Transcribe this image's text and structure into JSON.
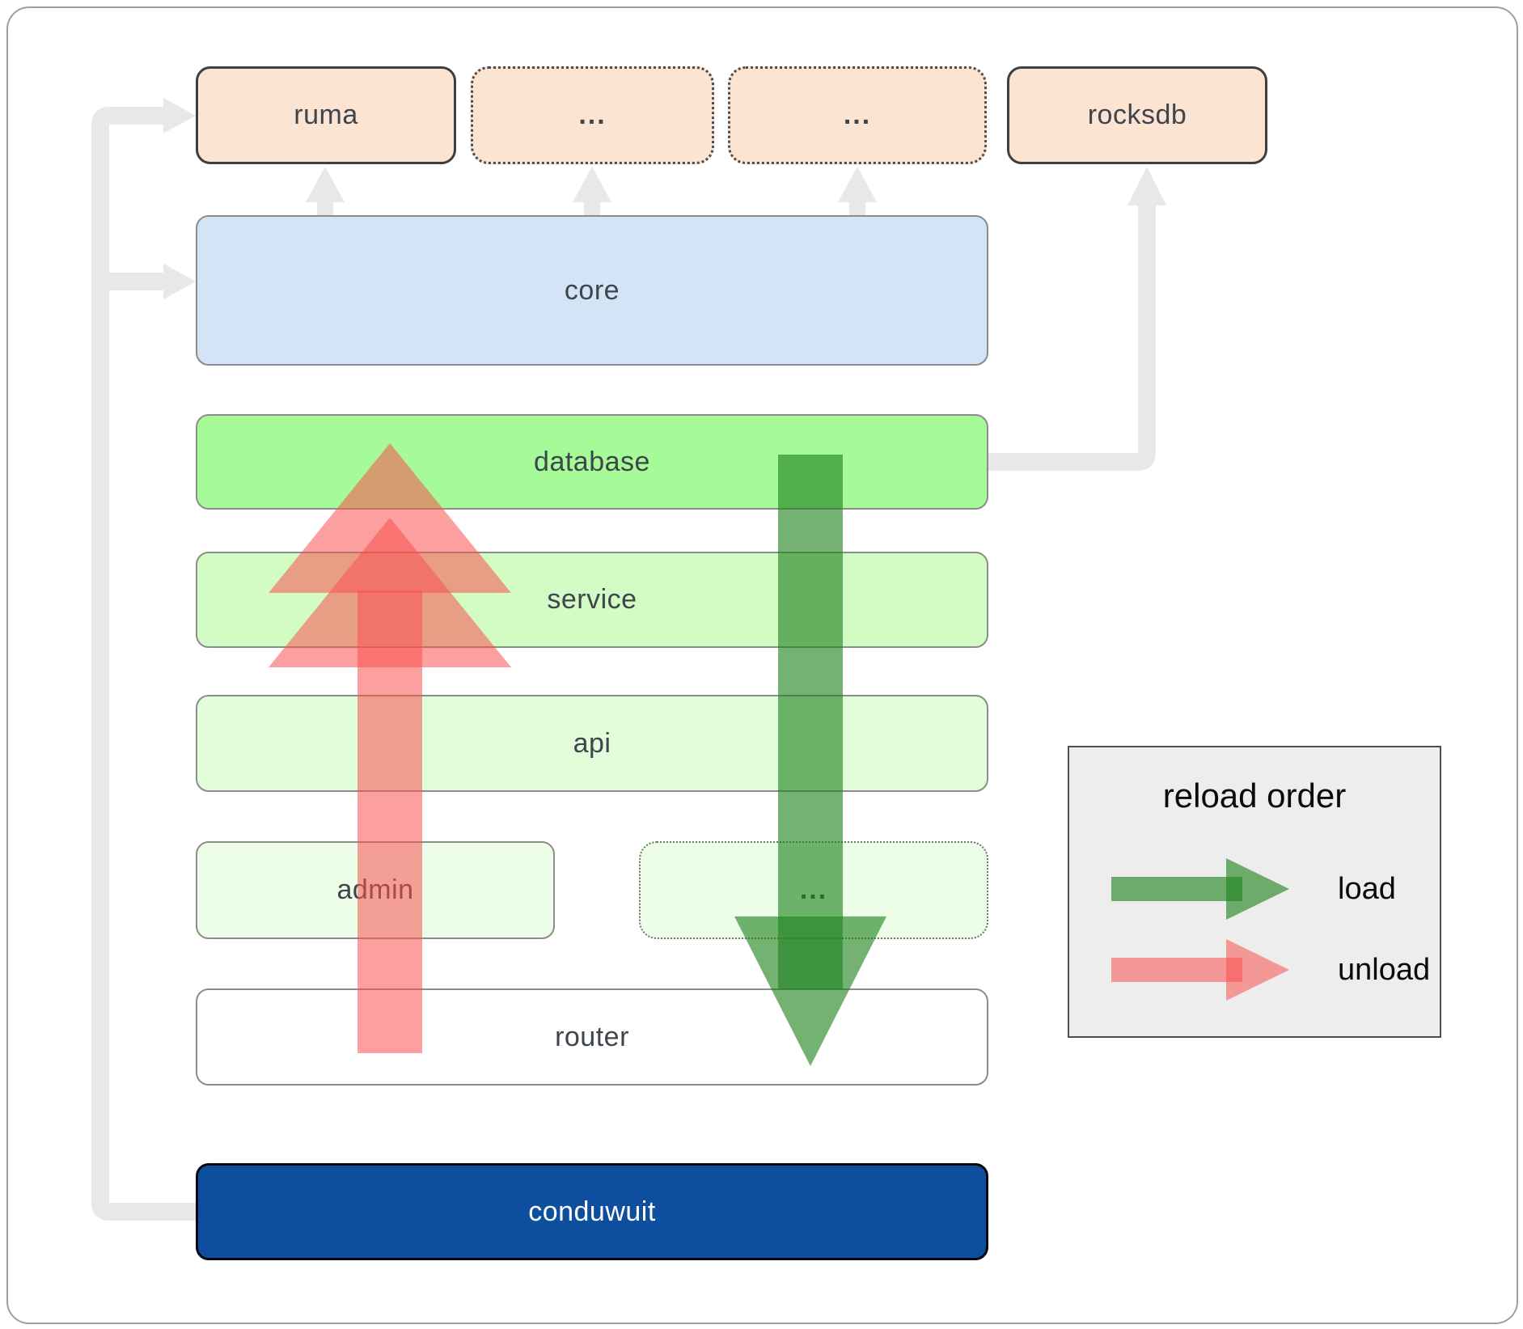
{
  "nodes": {
    "ruma": {
      "label": "ruma"
    },
    "ext1": {
      "label": "..."
    },
    "ext2": {
      "label": "..."
    },
    "rocksdb": {
      "label": "rocksdb"
    },
    "core": {
      "label": "core"
    },
    "database": {
      "label": "database"
    },
    "service": {
      "label": "service"
    },
    "api": {
      "label": "api"
    },
    "admin": {
      "label": "admin"
    },
    "ext3": {
      "label": "..."
    },
    "router": {
      "label": "router"
    },
    "conduwuit": {
      "label": "conduwuit"
    }
  },
  "legend": {
    "title": "reload order",
    "load_label": "load",
    "unload_label": "unload"
  },
  "colors": {
    "peach_fill": "#fce4d3",
    "core_fill": "#d4e4f7",
    "database_fill": "#a6fa97",
    "service_fill": "#d3fcc5",
    "api_fill": "#e2fdd9",
    "admin_fill": "#ecfee8",
    "router_fill": "#ffffff",
    "conduwuit_fill": "#0d4f9e",
    "load_arrow": "#1e821e",
    "unload_arrow": "#fa5050",
    "connector_gray": "#e8e8e8",
    "legend_bg": "#ededed"
  }
}
